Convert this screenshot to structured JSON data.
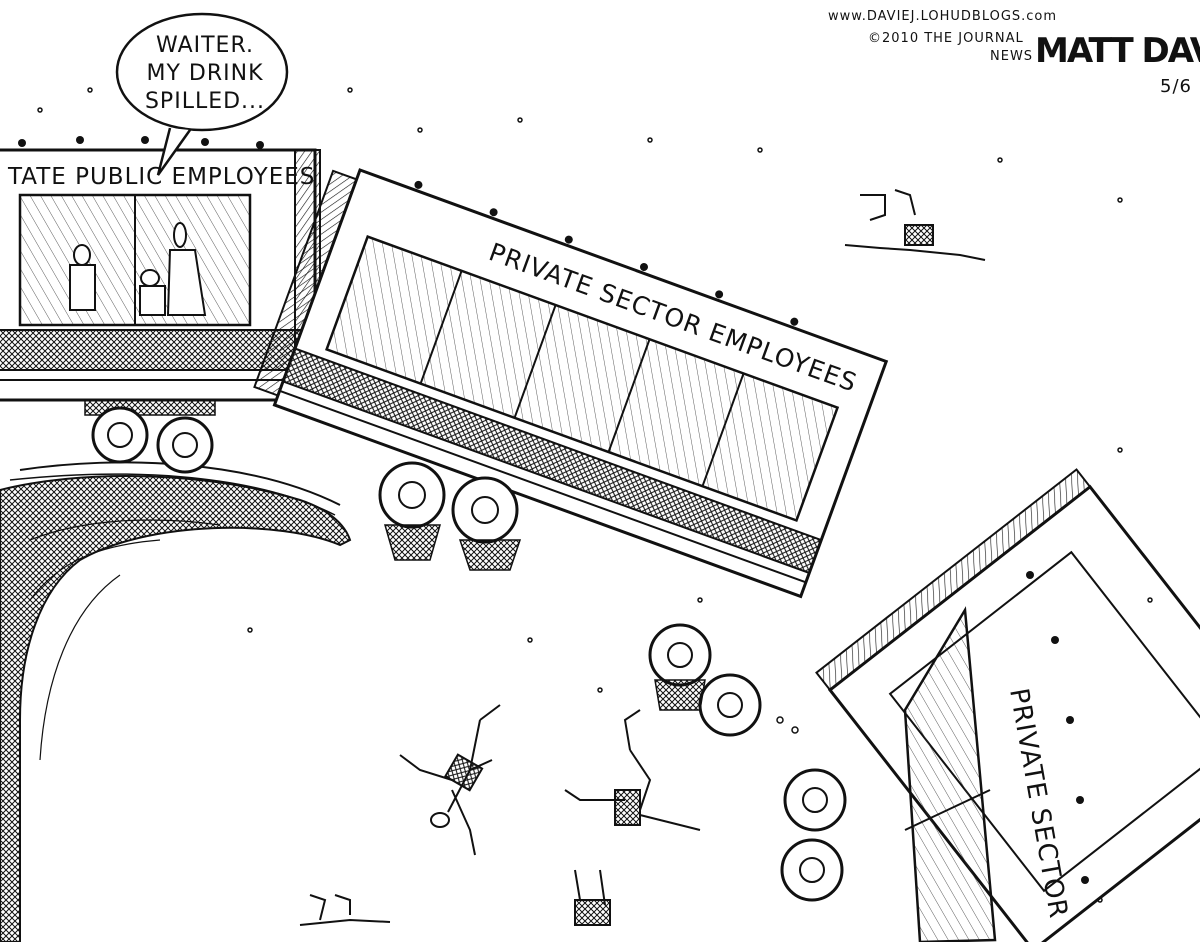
{
  "speech_bubble": {
    "line1": "WAITER.",
    "line2": "MY DRINK",
    "line3": "SPILLED..."
  },
  "cars": {
    "car1_sign": "TATE PUBLIC EMPLOYEES",
    "car2_sign": "PRIVATE SECTOR EMPLOYEES",
    "car3_sign": "PRIVATE SECTOR"
  },
  "credits": {
    "website": "www.DAVIEJ.LOHUDBLOGS.com",
    "copyright_line": "©2010 THE JOURNAL",
    "paper_line": "NEWS",
    "artist": "MATT DAVIES",
    "date": "5/6"
  },
  "colors": {
    "ink": "#111111",
    "paper": "#ffffff"
  }
}
